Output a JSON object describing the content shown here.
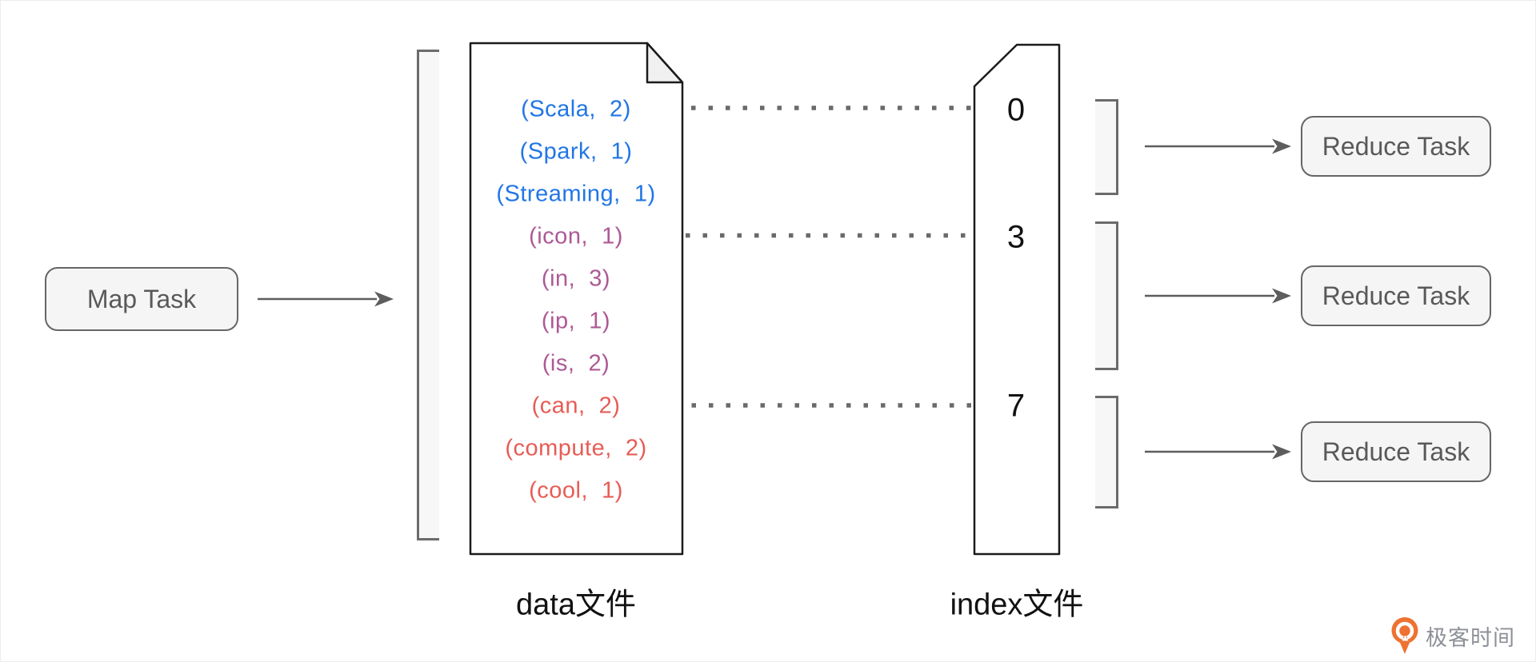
{
  "map_task": {
    "label": "Map Task"
  },
  "data_file": {
    "label": "data文件",
    "entries": [
      {
        "text": "(Scala,  2)",
        "group": "blue"
      },
      {
        "text": "(Spark,  1)",
        "group": "blue"
      },
      {
        "text": "(Streaming,  1)",
        "group": "blue"
      },
      {
        "text": "(icon,  1)",
        "group": "purple"
      },
      {
        "text": "(in,  3)",
        "group": "purple"
      },
      {
        "text": "(ip,  1)",
        "group": "purple"
      },
      {
        "text": "(is,  2)",
        "group": "purple"
      },
      {
        "text": "(can,  2)",
        "group": "red"
      },
      {
        "text": "(compute,  2)",
        "group": "red"
      },
      {
        "text": "(cool,  1)",
        "group": "red"
      }
    ]
  },
  "index_file": {
    "label": "index文件",
    "offsets": [
      "0",
      "3",
      "7"
    ]
  },
  "reduce_tasks": [
    "Reduce Task",
    "Reduce Task",
    "Reduce Task"
  ],
  "logo": {
    "text": "极客时间"
  },
  "colors": {
    "groups": {
      "blue": "#2176e5",
      "purple": "#ad5995",
      "red": "#e75c55"
    },
    "node_fill": "#f5f5f5",
    "node_border": "#666666",
    "node_text": "#595959",
    "shape_stroke": "#1b1b1b",
    "connector": "#5d5d5d",
    "dots": "#6a6a6a",
    "bracket_fill": "#f7f7f7",
    "logo_orange": "#ee7231",
    "logo_text": "#8d9097"
  }
}
